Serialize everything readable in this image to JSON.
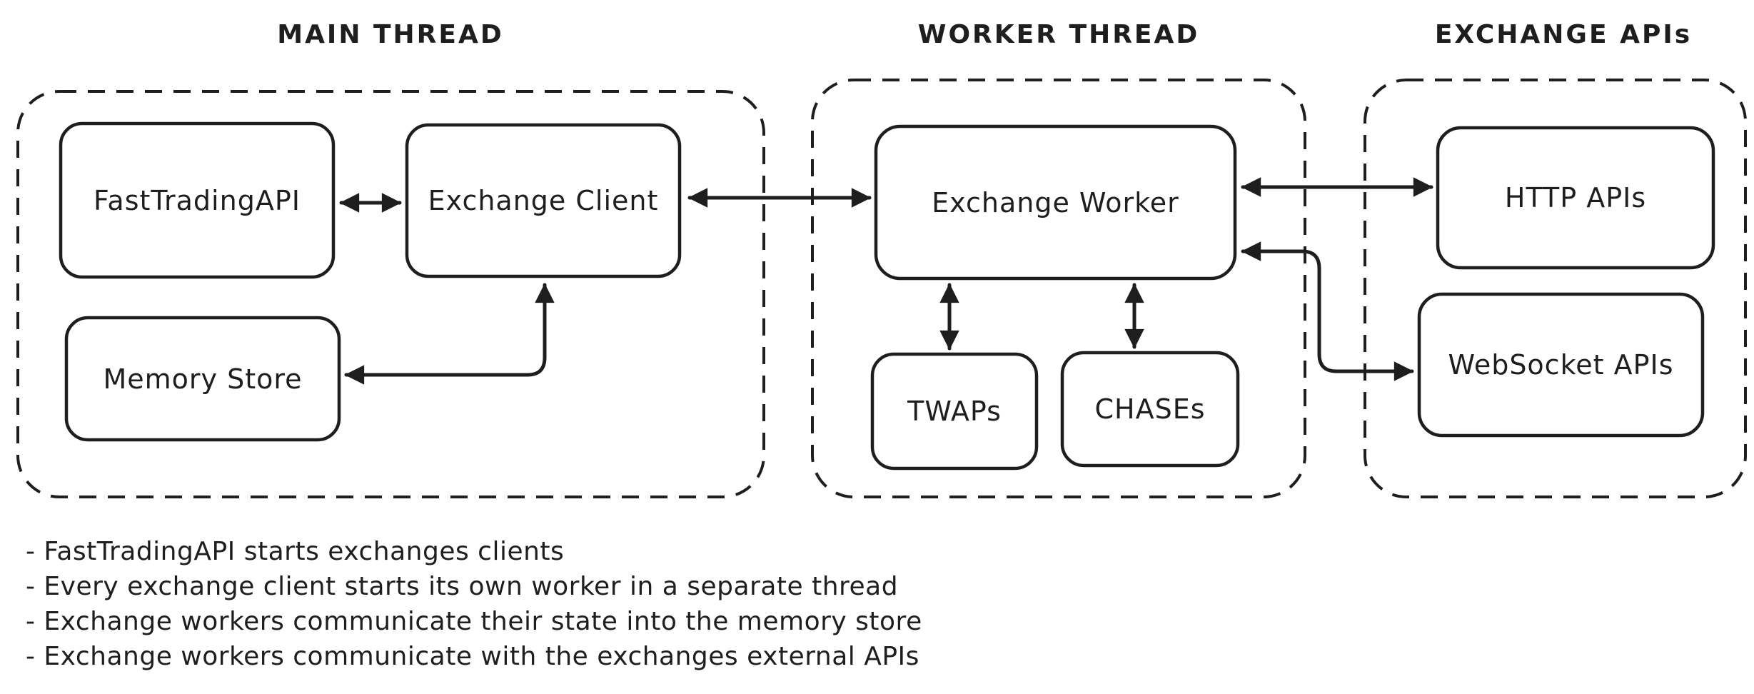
{
  "canvas": {
    "background": "#ffffff",
    "ink": "#1e1e1e",
    "style": "hand-drawn whiteboard diagram"
  },
  "sections": [
    {
      "title": "MAIN THREAD",
      "boxes": [
        {
          "label": "FastTradingAPI"
        },
        {
          "label": "Exchange Client"
        },
        {
          "label": "Memory Store"
        }
      ]
    },
    {
      "title": "WORKER THREAD",
      "boxes": [
        {
          "label": "Exchange Worker"
        },
        {
          "label": "TWAPs"
        },
        {
          "label": "CHASEs"
        }
      ]
    },
    {
      "title": "EXCHANGE APIs",
      "boxes": [
        {
          "label": "HTTP APIs"
        },
        {
          "label": "WebSocket APIs"
        }
      ]
    }
  ],
  "connections": [
    {
      "from": "FastTradingAPI",
      "to": "Exchange Client",
      "style": "double-headed-straight"
    },
    {
      "from": "Exchange Client",
      "to": "Exchange Worker",
      "style": "double-headed-straight"
    },
    {
      "from": "Exchange Client",
      "to": "Memory Store",
      "style": "double-headed-elbow"
    },
    {
      "from": "Exchange Worker",
      "to": "TWAPs",
      "style": "double-headed-straight"
    },
    {
      "from": "Exchange Worker",
      "to": "CHASEs",
      "style": "double-headed-straight"
    },
    {
      "from": "Exchange Worker",
      "to": "HTTP APIs",
      "style": "double-headed-straight"
    },
    {
      "from": "Exchange Worker",
      "to": "WebSocket APIs",
      "style": "double-headed-elbow"
    }
  ],
  "notes": [
    "- FastTradingAPI starts exchanges clients",
    "- Every exchange client starts its own worker in a separate thread",
    "- Exchange workers communicate their state into the memory store",
    "- Exchange workers communicate with the exchanges external APIs"
  ]
}
